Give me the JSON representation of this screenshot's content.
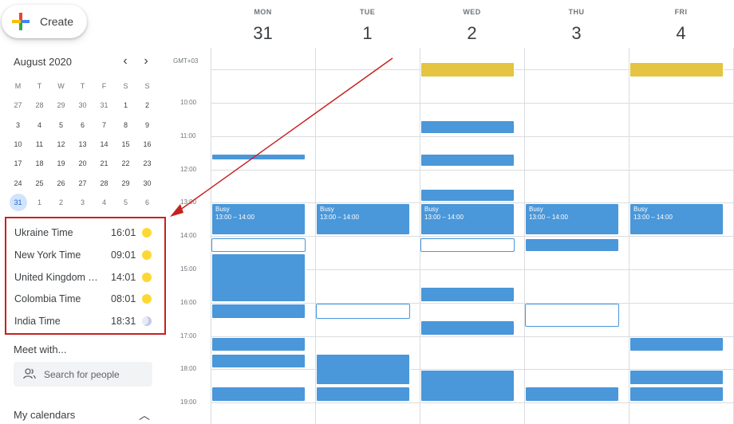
{
  "create": {
    "label": "Create"
  },
  "mini_calendar": {
    "title": "August 2020",
    "prev_icon": "chevron-left-icon",
    "next_icon": "chevron-right-icon",
    "weekdays": [
      "M",
      "T",
      "W",
      "T",
      "F",
      "S",
      "S"
    ],
    "weeks": [
      [
        "27",
        "28",
        "29",
        "30",
        "31",
        "1",
        "2"
      ],
      [
        "3",
        "4",
        "5",
        "6",
        "7",
        "8",
        "9"
      ],
      [
        "10",
        "11",
        "12",
        "13",
        "14",
        "15",
        "16"
      ],
      [
        "17",
        "18",
        "19",
        "20",
        "21",
        "22",
        "23"
      ],
      [
        "24",
        "25",
        "26",
        "27",
        "28",
        "29",
        "30"
      ],
      [
        "31",
        "1",
        "2",
        "3",
        "4",
        "5",
        "6"
      ]
    ]
  },
  "time_zones": [
    {
      "name": "Ukraine Time",
      "time": "16:01",
      "icon": "sun-icon"
    },
    {
      "name": "New York Time",
      "time": "09:01",
      "icon": "sun-icon"
    },
    {
      "name": "United Kingdom Time",
      "time": "14:01",
      "icon": "sun-icon"
    },
    {
      "name": "Colombia Time",
      "time": "08:01",
      "icon": "sun-icon"
    },
    {
      "name": "India Time",
      "time": "18:31",
      "icon": "moon-icon"
    }
  ],
  "meet": {
    "title": "Meet with...",
    "search_placeholder": "Search for people",
    "icon": "people-icon"
  },
  "my_calendars": {
    "title": "My calendars",
    "icon": "chevron-up-icon"
  },
  "week": {
    "timezone_label": "GMT+03",
    "days": [
      {
        "dow": "MON",
        "num": "31"
      },
      {
        "dow": "TUE",
        "num": "1"
      },
      {
        "dow": "WED",
        "num": "2"
      },
      {
        "dow": "THU",
        "num": "3"
      },
      {
        "dow": "FRI",
        "num": "4"
      }
    ],
    "hours": [
      "10:00",
      "11:00",
      "12:00",
      "13:00",
      "14:00",
      "15:00",
      "16:00",
      "17:00",
      "18:00",
      "19:00"
    ]
  },
  "events": [
    {
      "day": 2,
      "start": 8.75,
      "end": 9.25,
      "style": "yellow",
      "text": ""
    },
    {
      "day": 4,
      "start": 8.75,
      "end": 9.25,
      "style": "yellow",
      "text": ""
    },
    {
      "day": 2,
      "start": 10.5,
      "end": 10.95,
      "style": "blue",
      "text": ""
    },
    {
      "day": 0,
      "start": 11.5,
      "end": 11.75,
      "style": "blue",
      "text": ""
    },
    {
      "day": 2,
      "start": 11.5,
      "end": 11.95,
      "style": "blue",
      "text": ""
    },
    {
      "day": 2,
      "start": 12.55,
      "end": 13.0,
      "style": "blue",
      "text": ""
    },
    {
      "day": 0,
      "start": 13.0,
      "end": 14.0,
      "style": "blue",
      "text": "Busy\n13:00 – 14:00"
    },
    {
      "day": 1,
      "start": 13.0,
      "end": 14.0,
      "style": "blue",
      "text": "Busy\n13:00 – 14:00"
    },
    {
      "day": 2,
      "start": 13.0,
      "end": 14.0,
      "style": "blue",
      "text": "Busy\n13:00 – 14:00"
    },
    {
      "day": 3,
      "start": 13.0,
      "end": 14.0,
      "style": "blue",
      "text": "Busy\n13:00 – 14:00"
    },
    {
      "day": 4,
      "start": 13.0,
      "end": 14.0,
      "style": "blue",
      "text": "Busy\n13:00 – 14:00"
    },
    {
      "day": 0,
      "start": 14.05,
      "end": 14.5,
      "style": "outline",
      "text": ""
    },
    {
      "day": 2,
      "start": 14.05,
      "end": 14.5,
      "style": "outline",
      "text": ""
    },
    {
      "day": 3,
      "start": 14.05,
      "end": 14.5,
      "style": "blue",
      "text": ""
    },
    {
      "day": 0,
      "start": 14.5,
      "end": 16.0,
      "style": "blue",
      "text": ""
    },
    {
      "day": 2,
      "start": 15.5,
      "end": 16.0,
      "style": "blue",
      "text": ""
    },
    {
      "day": 0,
      "start": 16.0,
      "end": 16.5,
      "style": "blue",
      "text": ""
    },
    {
      "day": 1,
      "start": 16.0,
      "end": 16.5,
      "style": "outline",
      "text": ""
    },
    {
      "day": 3,
      "start": 16.0,
      "end": 16.75,
      "style": "outline",
      "text": ""
    },
    {
      "day": 2,
      "start": 16.5,
      "end": 17.0,
      "style": "blue",
      "text": ""
    },
    {
      "day": 0,
      "start": 17.0,
      "end": 17.5,
      "style": "blue",
      "text": ""
    },
    {
      "day": 4,
      "start": 17.0,
      "end": 17.5,
      "style": "blue",
      "text": ""
    },
    {
      "day": 0,
      "start": 17.5,
      "end": 18.0,
      "style": "blue",
      "text": ""
    },
    {
      "day": 1,
      "start": 17.5,
      "end": 18.5,
      "style": "blue",
      "text": ""
    },
    {
      "day": 2,
      "start": 18.0,
      "end": 19.0,
      "style": "blue",
      "text": ""
    },
    {
      "day": 4,
      "start": 18.0,
      "end": 18.5,
      "style": "blue",
      "text": ""
    },
    {
      "day": 0,
      "start": 18.5,
      "end": 19.0,
      "style": "blue",
      "text": ""
    },
    {
      "day": 1,
      "start": 18.5,
      "end": 19.0,
      "style": "blue",
      "text": ""
    },
    {
      "day": 3,
      "start": 18.5,
      "end": 19.0,
      "style": "blue",
      "text": ""
    },
    {
      "day": 4,
      "start": 18.5,
      "end": 19.0,
      "style": "blue",
      "text": ""
    }
  ],
  "colors": {
    "annotation": "#c5221f",
    "event_blue": "#4a97d9",
    "event_yellow": "#e4c441",
    "today_bg": "#d2e3fc"
  }
}
